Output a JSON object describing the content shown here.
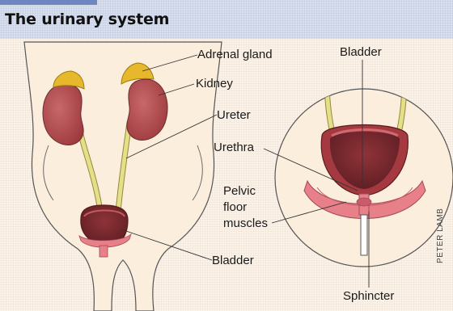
{
  "title": "The urinary system",
  "labels": {
    "adrenal_gland": "Adrenal gland",
    "kidney": "Kidney",
    "ureter": "Ureter",
    "bladder_body": "Bladder",
    "bladder_detail": "Bladder",
    "urethra": "Urethra",
    "pelvic_floor_muscles": [
      "Pelvic",
      "floor",
      "muscles"
    ],
    "sphincter": "Sphincter"
  },
  "credit": "PETER LAMB",
  "colors": {
    "header_bg": "#d8dfee",
    "header_tab": "#6e86bf",
    "panel_bg": "#fbf3ea",
    "skin": "#fbeedd",
    "kidney": "#b44a4e",
    "adrenal": "#e8b82c",
    "ureter": "#e5df88",
    "bladder": "#a43a3f",
    "muscle": "#e8808a"
  }
}
